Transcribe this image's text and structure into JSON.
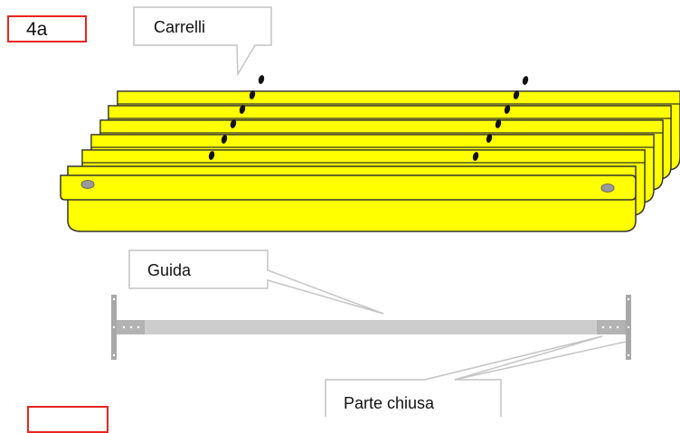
{
  "step": {
    "label": "4a",
    "next_label": ""
  },
  "callouts": {
    "carts": "Carrelli",
    "rail": "Guida",
    "closed_end": "Parte chiusa"
  },
  "colors": {
    "cart_fill": "#ffff00",
    "cart_stroke": "#333333",
    "rail_fill": "#cccccc",
    "bracket_fill": "#a8a8a8",
    "callout_stroke": "#c4c4c4",
    "step_border": "#e8231f"
  },
  "carts": {
    "count": 6
  }
}
